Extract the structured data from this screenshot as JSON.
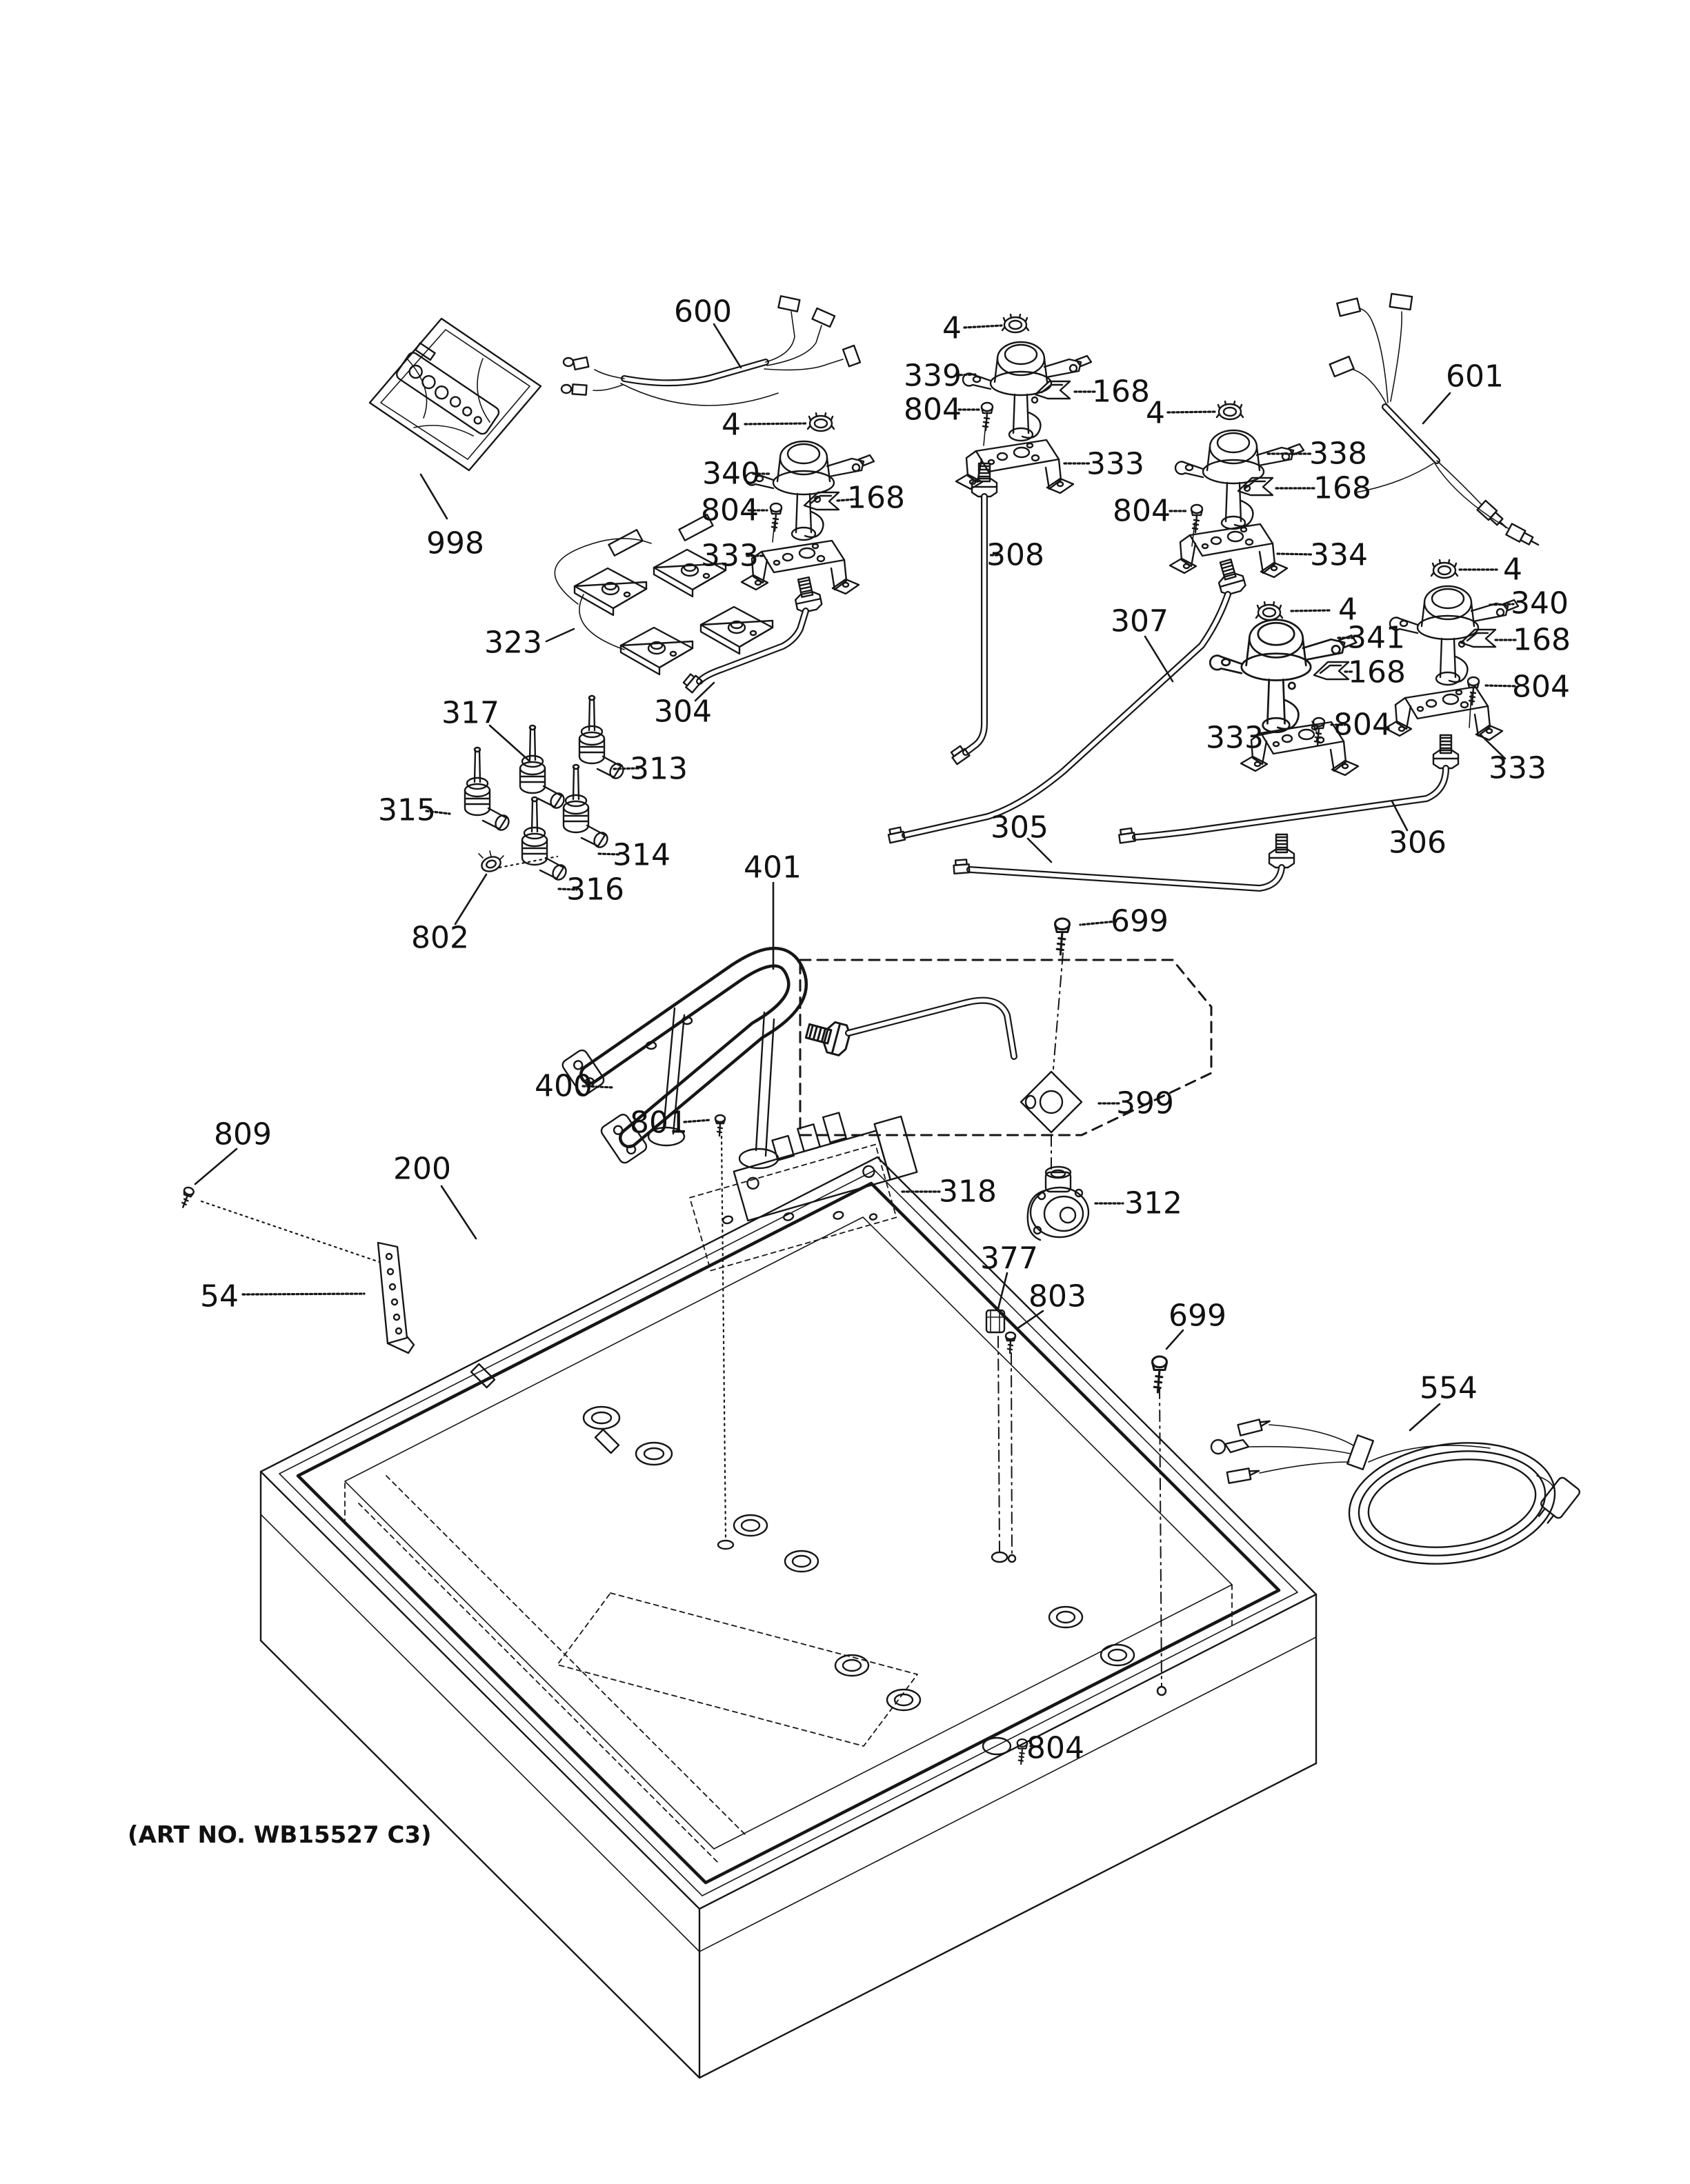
{
  "diagram": {
    "art_no": "(ART NO. WB15527 C3)",
    "labels": [
      {
        "text": "600"
      },
      {
        "text": "601"
      },
      {
        "text": "998"
      },
      {
        "text": "4"
      },
      {
        "text": "339"
      },
      {
        "text": "168"
      },
      {
        "text": "804"
      },
      {
        "text": "333"
      },
      {
        "text": "4"
      },
      {
        "text": "340"
      },
      {
        "text": "168"
      },
      {
        "text": "804"
      },
      {
        "text": "333"
      },
      {
        "text": "304"
      },
      {
        "text": "4"
      },
      {
        "text": "338"
      },
      {
        "text": "168"
      },
      {
        "text": "804"
      },
      {
        "text": "334"
      },
      {
        "text": "307"
      },
      {
        "text": "4"
      },
      {
        "text": "341"
      },
      {
        "text": "168"
      },
      {
        "text": "804"
      },
      {
        "text": "333"
      },
      {
        "text": "4"
      },
      {
        "text": "340"
      },
      {
        "text": "168"
      },
      {
        "text": "804"
      },
      {
        "text": "333"
      },
      {
        "text": "306"
      },
      {
        "text": "305"
      },
      {
        "text": "323"
      },
      {
        "text": "317"
      },
      {
        "text": "313"
      },
      {
        "text": "315"
      },
      {
        "text": "314"
      },
      {
        "text": "316"
      },
      {
        "text": "802"
      },
      {
        "text": "400"
      },
      {
        "text": "401"
      },
      {
        "text": "699"
      },
      {
        "text": "399"
      },
      {
        "text": "801"
      },
      {
        "text": "318"
      },
      {
        "text": "312"
      },
      {
        "text": "377"
      },
      {
        "text": "803"
      },
      {
        "text": "699"
      },
      {
        "text": "554"
      },
      {
        "text": "809"
      },
      {
        "text": "54"
      },
      {
        "text": "200"
      },
      {
        "text": "804"
      },
      {
        "text": "308"
      }
    ]
  }
}
